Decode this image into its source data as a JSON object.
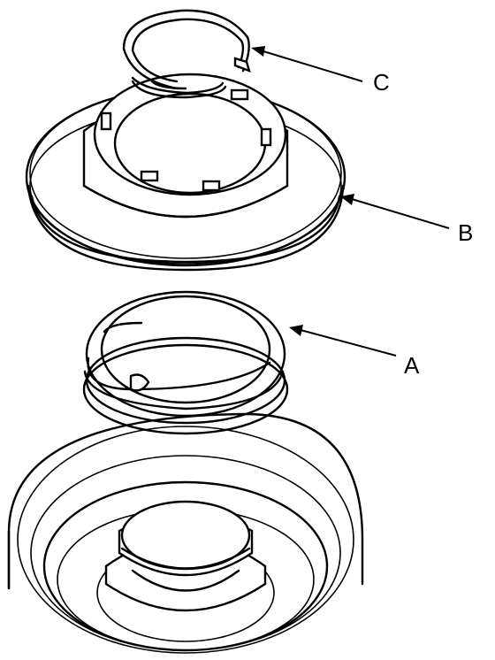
{
  "callouts": {
    "a": "A",
    "b": "B",
    "c": "C"
  },
  "colors": {
    "stroke": "#000000",
    "background": "#ffffff"
  }
}
